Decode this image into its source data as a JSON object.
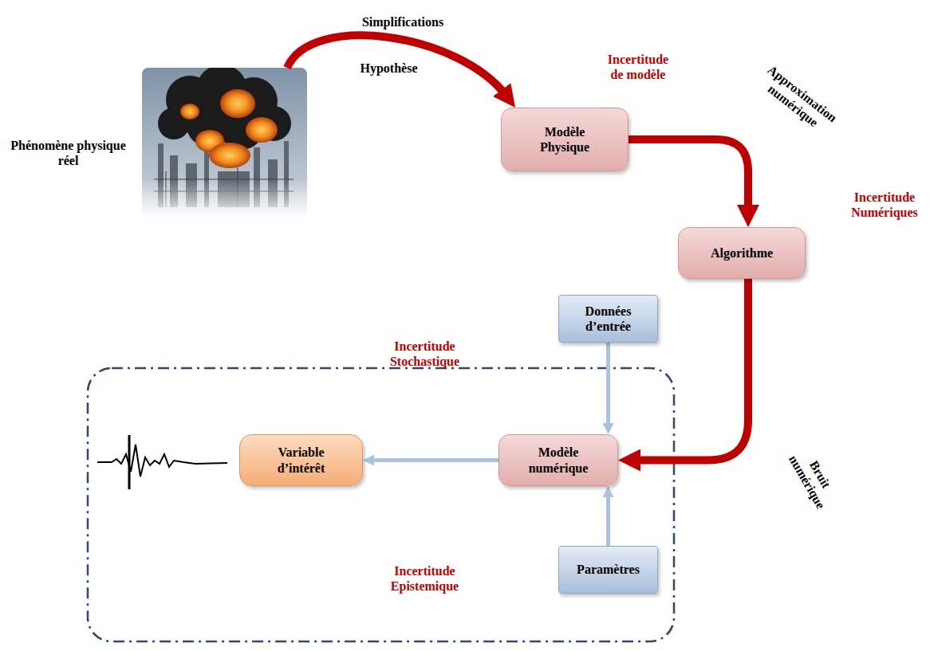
{
  "diagram": {
    "nodes": [
      {
        "text": [
          "Phénomène physique réel"
        ]
      },
      {
        "text": [
          "Modèle Physique"
        ]
      },
      {
        "text": [
          "Algorithme"
        ]
      },
      {
        "text": [
          "Données d’entrée"
        ]
      },
      {
        "text": [
          "Variable d’intérêt"
        ]
      },
      {
        "text": [
          "Modèle numérique"
        ]
      },
      {
        "text": [
          "Paramètres"
        ]
      }
    ],
    "edges": [
      {
        "from": 0,
        "to": 1,
        "arrow": "to"
      },
      {
        "from": 1,
        "to": 2,
        "arrow": "to",
        "label": "Approximation numérique"
      },
      {
        "from": 2,
        "to": 5,
        "arrow": "to",
        "label": "Bruit numérique"
      },
      {
        "from": 3,
        "to": 5,
        "arrow": "to"
      },
      {
        "from": 6,
        "to": 5,
        "arrow": "to"
      },
      {
        "from": 5,
        "to": 4,
        "arrow": "to"
      }
    ],
    "labels": [
      "Simplifications",
      "Hypothèse",
      "Incertitude de modèle",
      "Incertitude Numériques",
      "Incertitude Stochastique",
      "Incertitude Epistemique"
    ]
  }
}
